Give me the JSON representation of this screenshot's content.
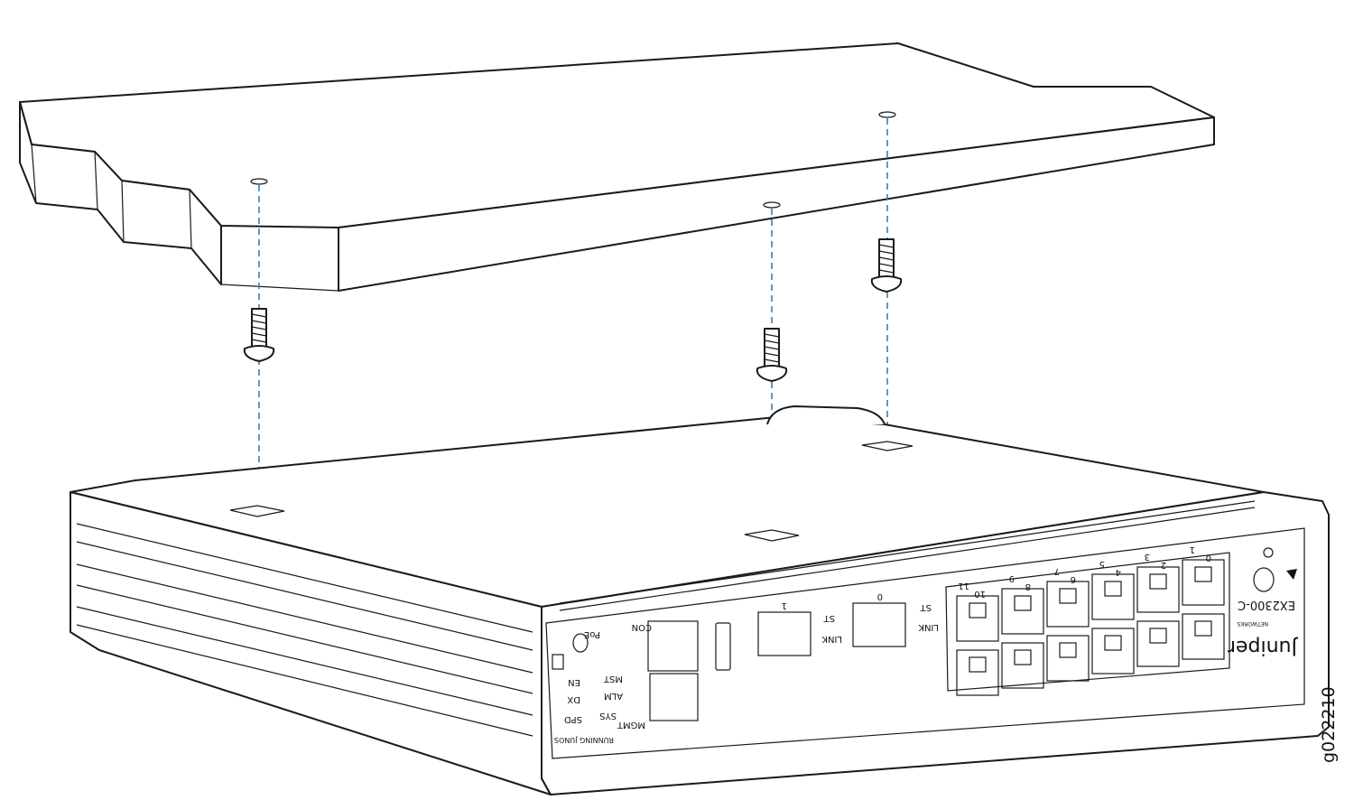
{
  "figure_id": "g022210",
  "device": {
    "model": "EX2300-C",
    "brand": "Juniper",
    "brand_sub": "NETWORKS",
    "port_labels": [
      "0",
      "1",
      "2",
      "3",
      "4",
      "5",
      "6",
      "7",
      "8",
      "9",
      "10",
      "11"
    ],
    "sfp_labels": [
      "0",
      "1"
    ],
    "sfp_led_st": "ST",
    "sfp_led_link": "LINK",
    "con_label": "CON",
    "mgmt_label": "MGMT",
    "poe_label": "PoE",
    "leds_left": [
      "EN",
      "DX",
      "SPD"
    ],
    "leds_right": [
      "MST",
      "ALM",
      "SYS"
    ],
    "running_label": "RUNNING JUNOS"
  },
  "colors": {
    "line": "#1a1a1a",
    "guide": "#3b7fb5"
  }
}
